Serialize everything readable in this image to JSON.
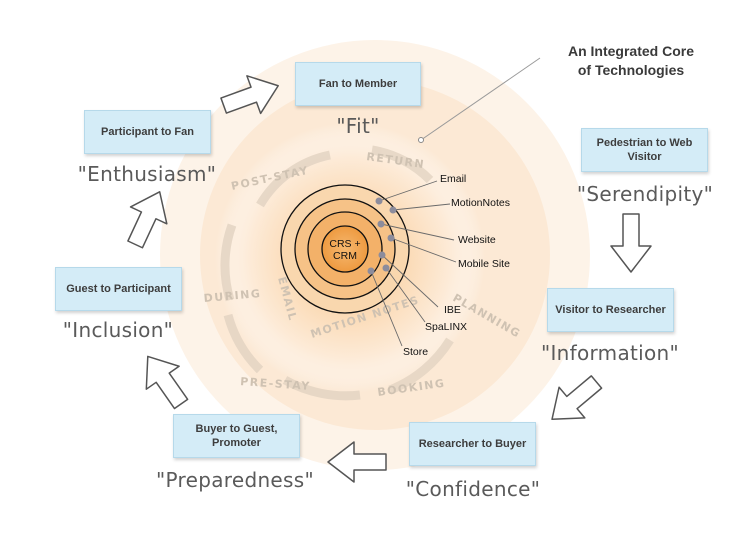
{
  "title": {
    "line1": "An Integrated Core",
    "line2": "of Technologies"
  },
  "core": {
    "line1": "CRS +",
    "line2": "CRM"
  },
  "technologies": [
    "Email",
    "MotionNotes",
    "Website",
    "Mobile Site",
    "IBE",
    "SpaLINX",
    "Store"
  ],
  "stages": {
    "return": "RETURN",
    "post_stay": "POST-STAY",
    "during": "DURING",
    "pre_stay": "PRE-STAY",
    "booking": "BOOKING",
    "planning": "PLANNING",
    "email": "EMAIL",
    "motion_notes": "MOTION NOTES"
  },
  "steps": [
    {
      "box": "Fan to Member",
      "quote": "\"Fit\""
    },
    {
      "box": "Pedestrian to Web Visitor",
      "quote": "\"Serendipity\""
    },
    {
      "box": "Visitor to Researcher",
      "quote": "\"Information\""
    },
    {
      "box": "Researcher to  Buyer",
      "quote": "\"Confidence\""
    },
    {
      "box": "Buyer to Guest, Promoter",
      "quote": "\"Preparedness\""
    },
    {
      "box": "Guest to Participant",
      "quote": "\"Inclusion\""
    },
    {
      "box": "Participant to Fan",
      "quote": "\"Enthusiasm\""
    }
  ],
  "colors": {
    "box": "#d4ecf7",
    "core": "#f0a048",
    "halo": "#fbe6cc"
  }
}
